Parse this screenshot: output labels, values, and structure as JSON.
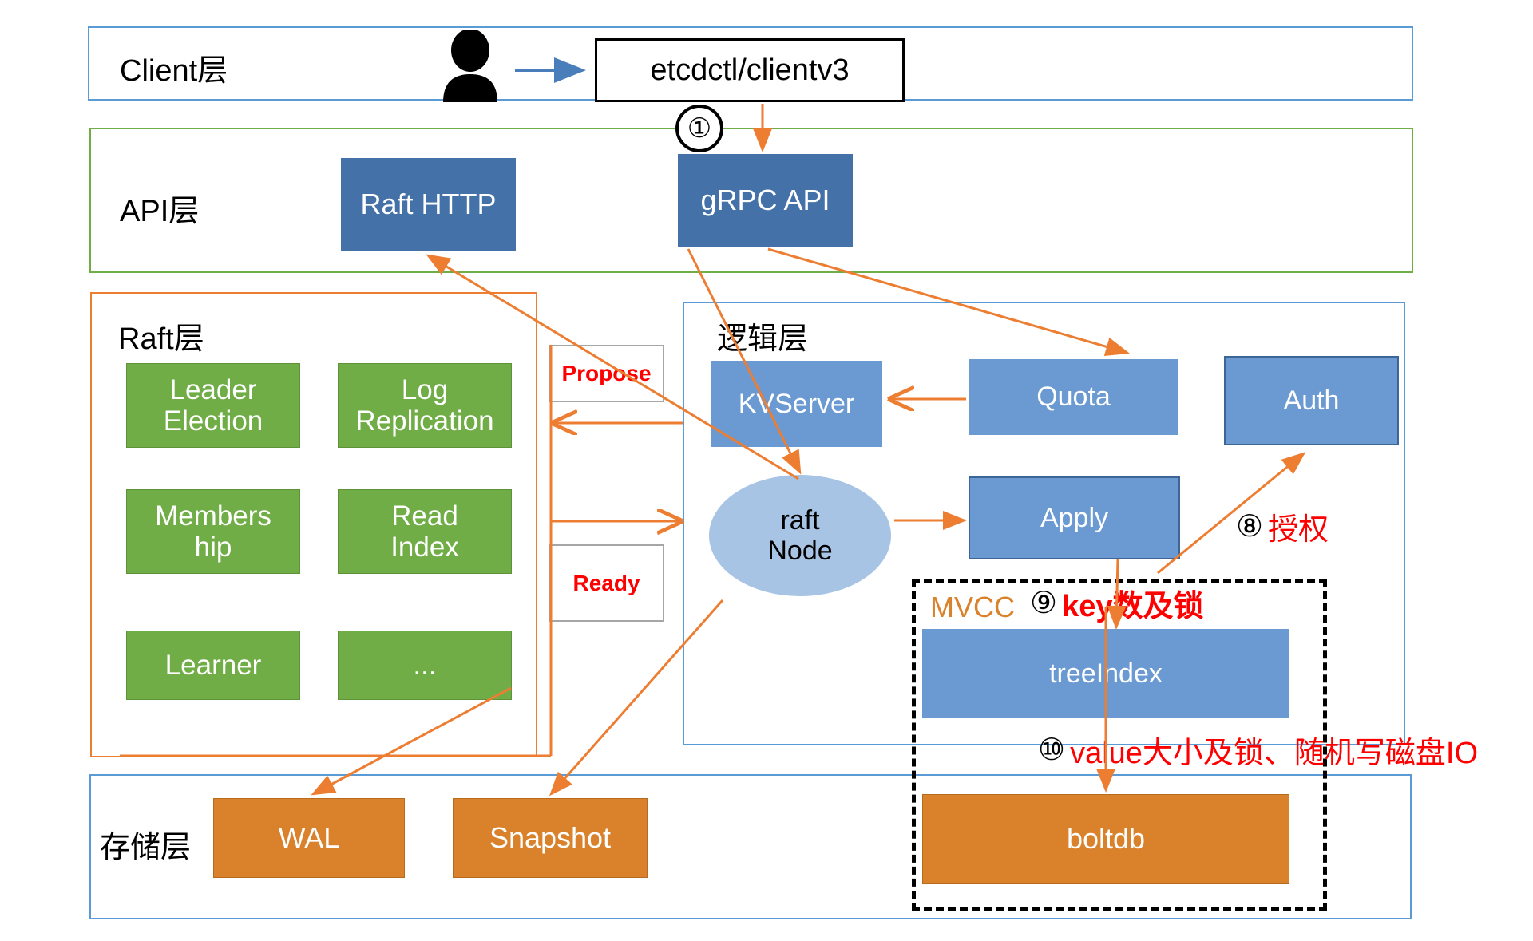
{
  "colors": {
    "client_border": "#5b9bd5",
    "api_border": "#70ad47",
    "raft_border": "#ed7d31",
    "logic_border": "#5b9bd5",
    "storage_border": "#5b9bd5",
    "blue_dark": "#4472a8",
    "blue_mid": "#6a9ad1",
    "green": "#70ad47",
    "orange": "#d9822b",
    "ellipse": "#a7c4e4",
    "arrow": "#ed7d31",
    "blue_arrow": "#4a7ebb",
    "red": "#ff0000",
    "mvcc_label": "#d9822b"
  },
  "layers": [
    {
      "id": "client",
      "label": "Client层"
    },
    {
      "id": "api",
      "label": "API层"
    },
    {
      "id": "raft",
      "label": "Raft层"
    },
    {
      "id": "logic",
      "label": "逻辑层"
    },
    {
      "id": "storage",
      "label": "存储层"
    }
  ],
  "client": {
    "layer_label": "Client层",
    "person_icon": "user-icon",
    "etcdctl_label": "etcdctl/clientv3"
  },
  "api": {
    "layer_label": "API层",
    "raft_http_label": "Raft HTTP",
    "grpc_api_label": "gRPC API"
  },
  "raft": {
    "layer_label": "Raft层",
    "boxes": [
      {
        "label": "Leader\nElection"
      },
      {
        "label": "Log\nReplication"
      },
      {
        "label": "Members\nhip"
      },
      {
        "label": "Read\nIndex"
      },
      {
        "label": "Learner"
      },
      {
        "label": "..."
      }
    ],
    "propose_label": "Propose",
    "ready_label": "Ready"
  },
  "logic": {
    "layer_label": "逻辑层",
    "kvserver_label": "KVServer",
    "quota_label": "Quota",
    "auth_label": "Auth",
    "raft_node_label": "raft\nNode",
    "apply_label": "Apply"
  },
  "mvcc": {
    "label": "MVCC",
    "treeindex_label": "treeIndex"
  },
  "storage": {
    "layer_label": "存储层",
    "wal_label": "WAL",
    "snapshot_label": "Snapshot",
    "boltdb_label": "boltdb"
  },
  "annotations": {
    "step1_circle": "①",
    "step8": {
      "circle": "⑧",
      "text": "授权"
    },
    "step9": {
      "circle": "⑨",
      "text": "key数及锁"
    },
    "step10": {
      "circle": "⑩",
      "text": "value大小及锁、随机写磁盘IO"
    }
  }
}
